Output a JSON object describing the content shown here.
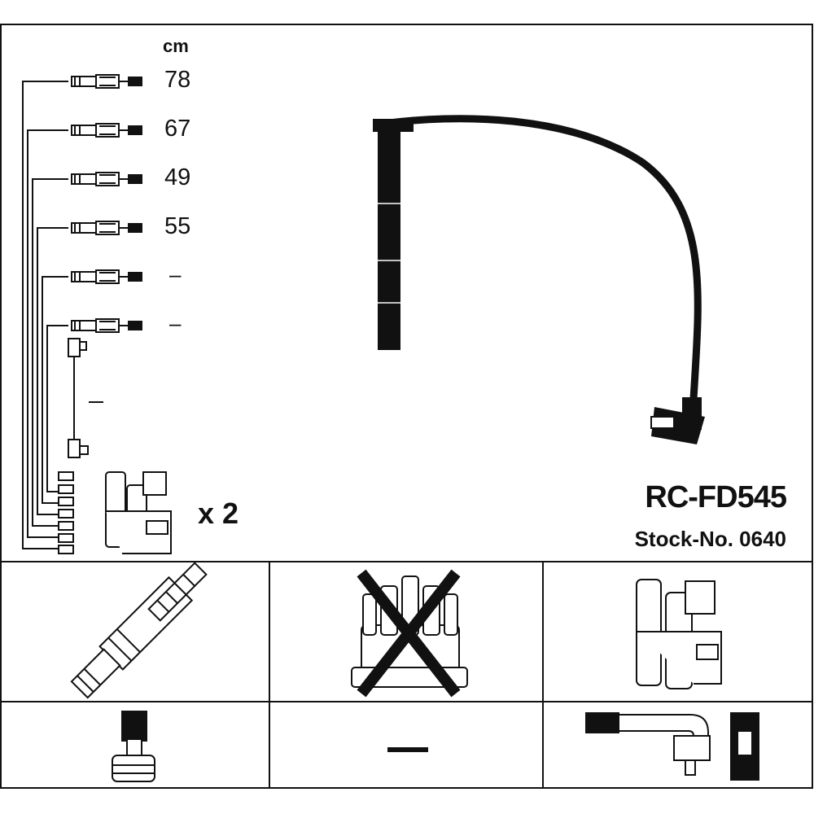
{
  "header": {
    "unit": "cm",
    "lengths": [
      "78",
      "67",
      "49",
      "55",
      "–",
      "–"
    ],
    "coil_lead_length": "–",
    "coil_quantity": "x 2"
  },
  "product": {
    "part_number": "RC-FD545",
    "stock_number": "Stock-No. 0640"
  },
  "component_grid": {
    "row1": [
      "spark-plug-icon",
      "distributor-cap-crossed-icon",
      "ignition-coil-icon"
    ],
    "row2": [
      "plug-terminal-icon",
      "–",
      "coil-connector-icon"
    ],
    "middle_bottom_label": "–"
  }
}
